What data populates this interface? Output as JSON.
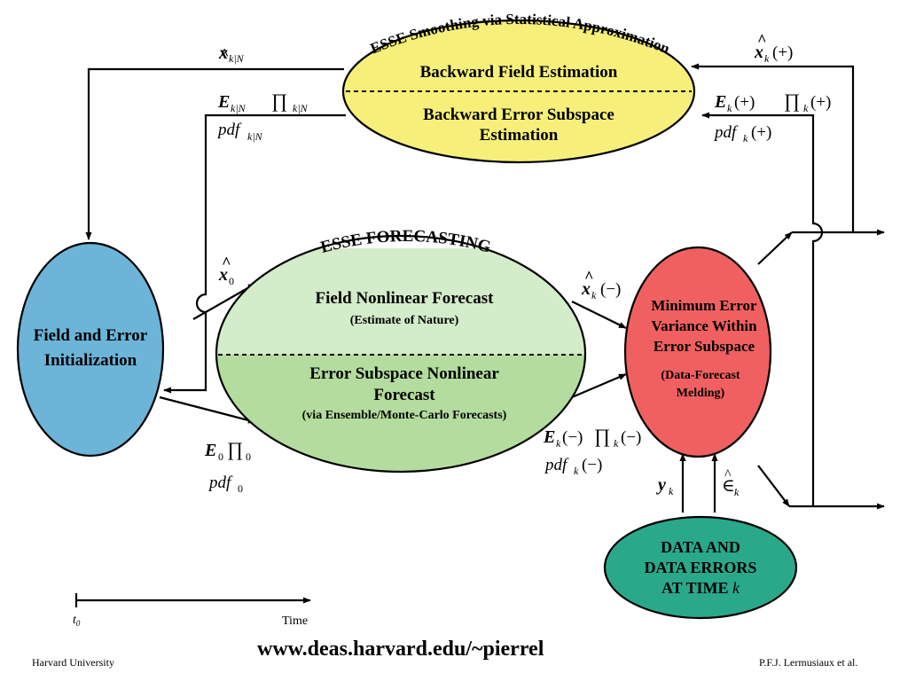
{
  "backward": {
    "arc_title": "ESSE Smoothing via Statistical Approximation",
    "top": "Backward Field Estimation",
    "bottom_line1": "Backward Error Subspace",
    "bottom_line2": "Estimation",
    "color": "#f6ef7a"
  },
  "forecast": {
    "arc_title": "ESSE FORECASTING",
    "top_line1": "Field Nonlinear Forecast",
    "top_line2": "(Estimate of Nature)",
    "bottom_line1": "Error Subspace Nonlinear",
    "bottom_line2": "Forecast",
    "bottom_line3": "(via Ensemble/Monte-Carlo Forecasts)",
    "color_top": "#d3ecc9",
    "color_bottom": "#b4dc9e"
  },
  "init": {
    "line1": "Field and Error",
    "line2": "Initialization",
    "color": "#6cb4d8"
  },
  "melding": {
    "line1": "Minimum Error",
    "line2": "Variance Within",
    "line3": "Error Subspace",
    "line4": "(Data-Forecast",
    "line5": "Melding)",
    "color": "#f06060"
  },
  "data": {
    "line1": "DATA AND",
    "line2": "DATA ERRORS",
    "line3": "AT TIME",
    "line3_k": "k",
    "color": "#2aa88a"
  },
  "labels": {
    "x": "x",
    "E": "E",
    "y": "y",
    "eps": "∈",
    "hat": "^",
    "pi": "∏",
    "pdf": "pdf",
    "kN": "k|N",
    "k": "k",
    "zero": "0",
    "plus": "(+)",
    "minus": "(−)"
  },
  "timeline": {
    "t": "t",
    "t_sub": "0",
    "time": "Time"
  },
  "footer": {
    "left": "Harvard University",
    "url": "www.deas.harvard.edu/~pierrel",
    "right": "P.F.J. Lermusiaux et al."
  }
}
